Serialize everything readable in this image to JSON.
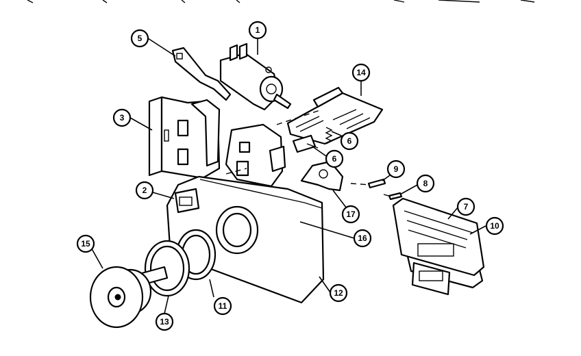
{
  "callouts": {
    "c1": "1",
    "c2": "2",
    "c3": "3",
    "c5": "5",
    "c6a": "6",
    "c6b": "6",
    "c7": "7",
    "c8": "8",
    "c9": "9",
    "c10": "10",
    "c11": "11",
    "c12": "12",
    "c13": "13",
    "c14": "14",
    "c15": "15",
    "c16": "16",
    "c17": "17"
  }
}
